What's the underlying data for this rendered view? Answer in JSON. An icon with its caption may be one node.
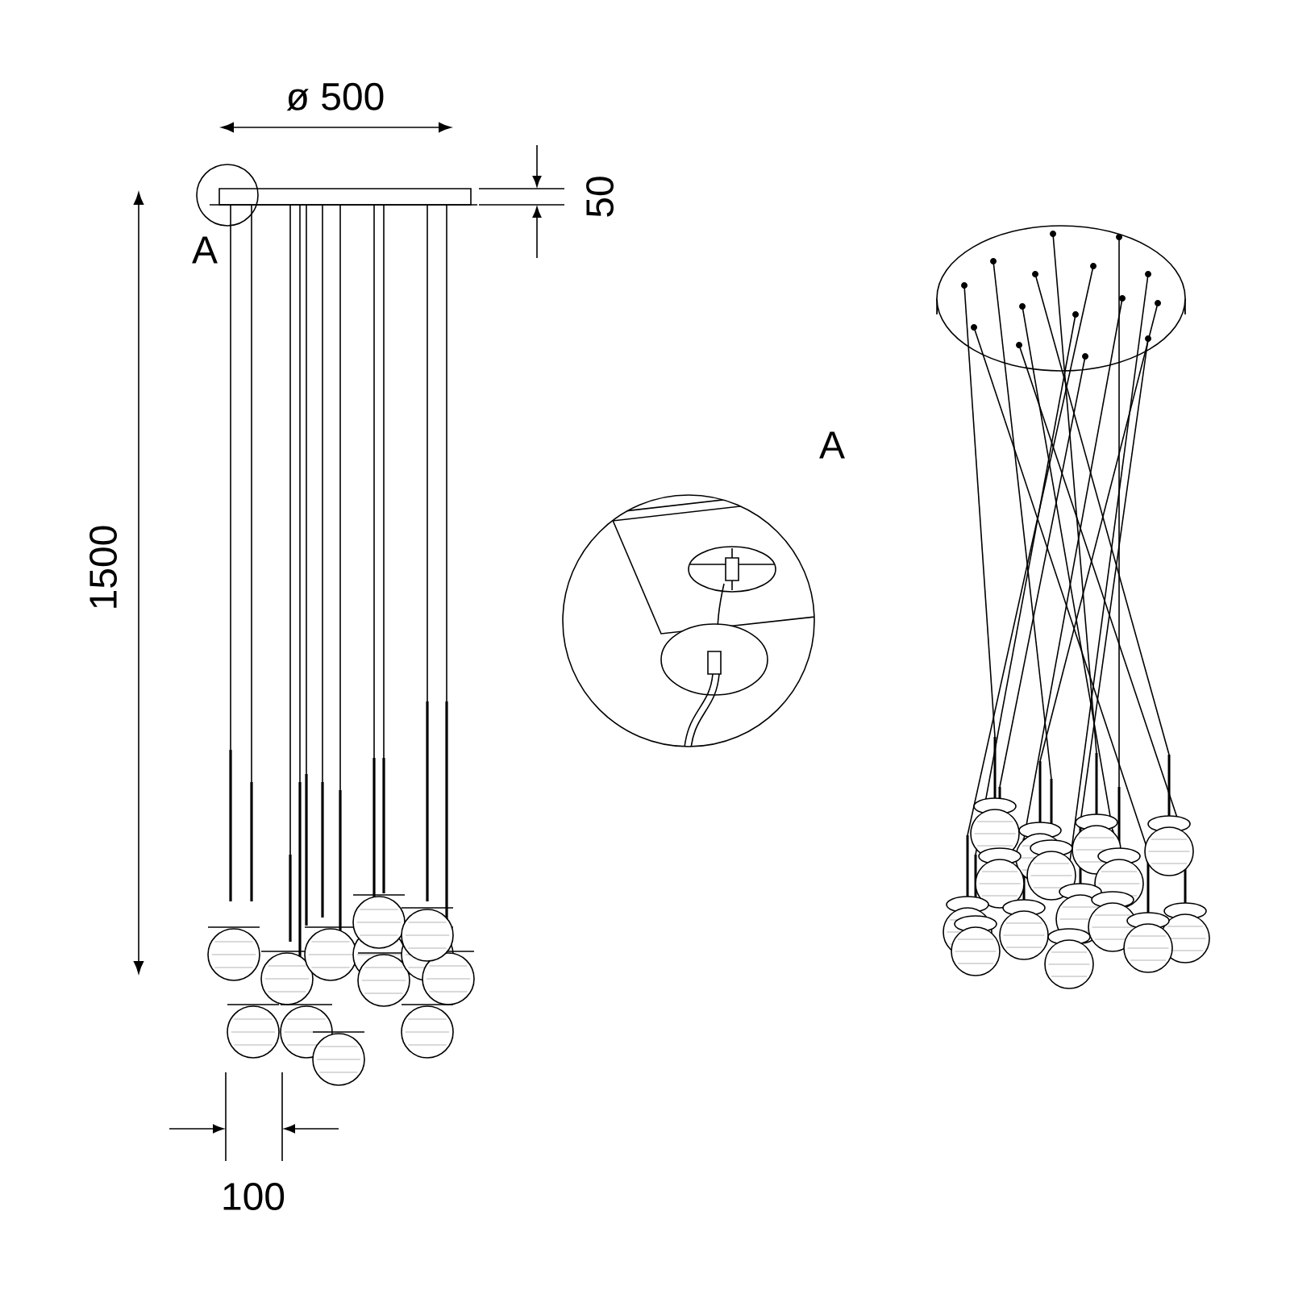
{
  "diagram": {
    "labels": [
      "ø 500",
      "50",
      "A",
      "1500",
      "A",
      "100"
    ]
  }
}
